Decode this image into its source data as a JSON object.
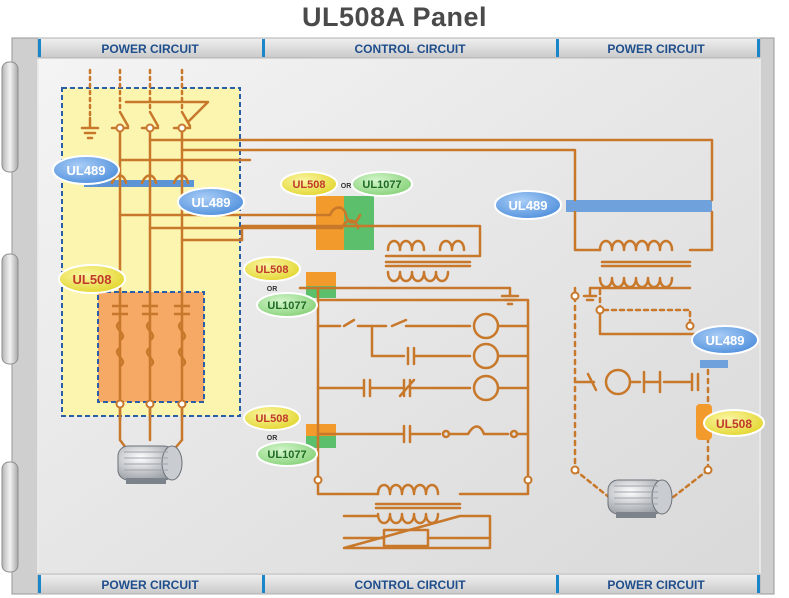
{
  "title": "UL508A Panel",
  "top_bar": {
    "left": "POWER CIRCUIT",
    "center": "CONTROL CIRCUIT",
    "right": "POWER CIRCUIT"
  },
  "bottom_bar": {
    "left": "POWER CIRCUIT",
    "center": "CONTROL CIRCUIT",
    "right": "POWER CIRCUIT"
  },
  "badges": {
    "ul489_main_1": "UL489",
    "ul489_main_2": "UL489",
    "ul508_left": "UL508",
    "ul508_ctrl_top": "UL508",
    "ul1077_ctrl_top": "UL1077",
    "or_top": "OR",
    "ul508_ctrl_mid": "UL508",
    "or_mid": "OR",
    "ul1077_ctrl_mid": "UL1077",
    "ul508_ctrl_low": "UL508",
    "or_low": "OR",
    "ul1077_ctrl_low": "UL1077",
    "ul489_right_top": "UL489",
    "ul489_right_mid": "UL489",
    "ul508_right": "UL508"
  },
  "colors": {
    "wire": "#c8782a",
    "yellow_zone": "#fbf5b0",
    "orange_zone": "#f6a865",
    "blue_badge": "#6fa6e8",
    "yellow_badge": "#f2ea58",
    "green_badge": "#a6e49a",
    "frame_bar": "#1a86c9"
  }
}
